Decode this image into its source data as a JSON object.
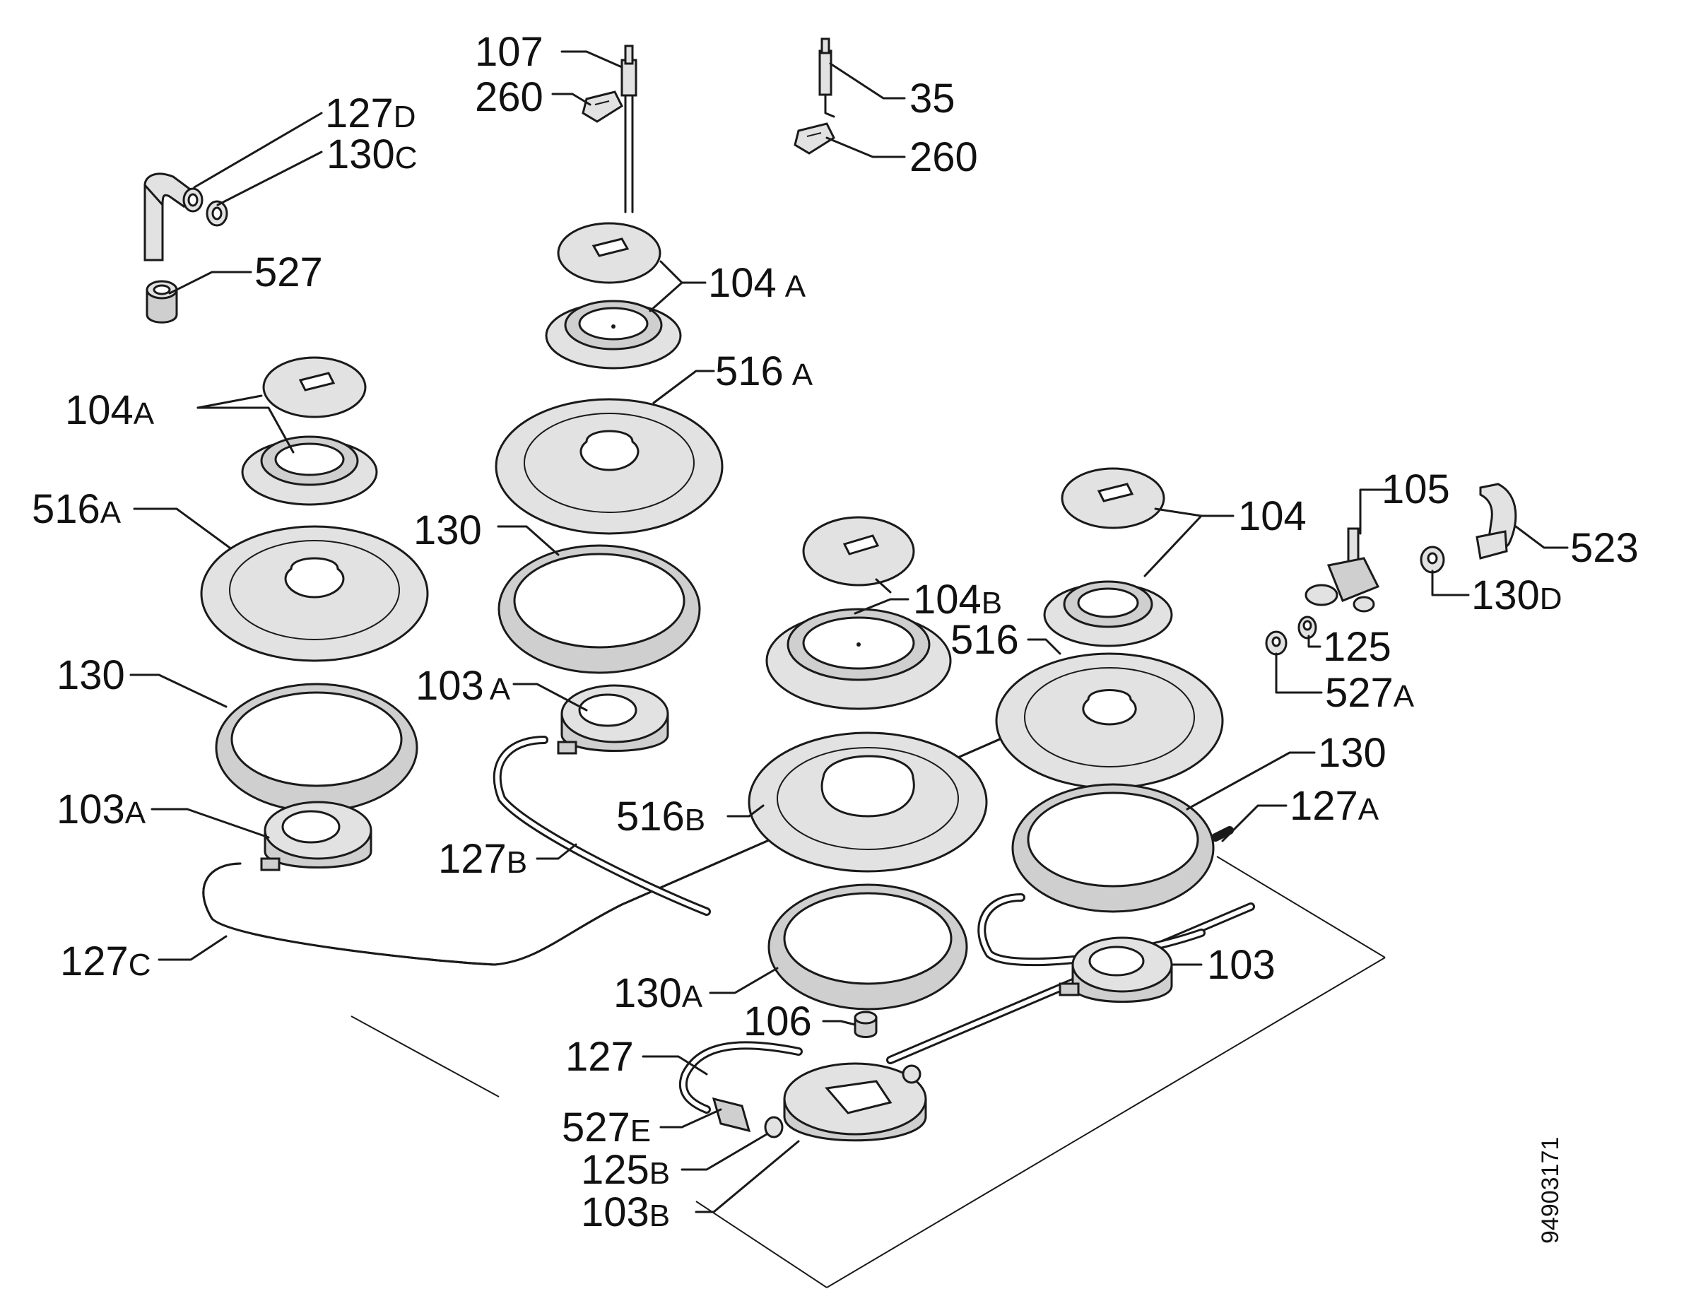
{
  "labels": {
    "l107": {
      "num": "107",
      "suf": ""
    },
    "l260a": {
      "num": "260",
      "suf": ""
    },
    "l35": {
      "num": "35",
      "suf": ""
    },
    "l260b": {
      "num": "260",
      "suf": ""
    },
    "l127D": {
      "num": "127",
      "suf": "D"
    },
    "l130C": {
      "num": "130",
      "suf": "C"
    },
    "l527": {
      "num": "527",
      "suf": ""
    },
    "l104A_top": {
      "num": "104",
      "suf": "A"
    },
    "l516A_top": {
      "num": "516",
      "suf": "A"
    },
    "l104A_left": {
      "num": "104",
      "suf": "A"
    },
    "l516A_left": {
      "num": "516",
      "suf": "A"
    },
    "l130_mid": {
      "num": "130",
      "suf": ""
    },
    "l130_left": {
      "num": "130",
      "suf": ""
    },
    "l103A_mid": {
      "num": "103",
      "suf": "A"
    },
    "l103A_left": {
      "num": "103",
      "suf": "A"
    },
    "l127B": {
      "num": "127",
      "suf": "B"
    },
    "l127C": {
      "num": "127",
      "suf": "C"
    },
    "l104B": {
      "num": "104",
      "suf": "B"
    },
    "l516B": {
      "num": "516",
      "suf": "B"
    },
    "l130A": {
      "num": "130",
      "suf": "A"
    },
    "l104_right": {
      "num": "104",
      "suf": ""
    },
    "l105": {
      "num": "105",
      "suf": ""
    },
    "l523": {
      "num": "523",
      "suf": ""
    },
    "l130D": {
      "num": "130",
      "suf": "D"
    },
    "l125": {
      "num": "125",
      "suf": ""
    },
    "l527A": {
      "num": "527",
      "suf": "A"
    },
    "l516_right": {
      "num": "516",
      "suf": ""
    },
    "l130_right": {
      "num": "130",
      "suf": ""
    },
    "l127A": {
      "num": "127",
      "suf": "A"
    },
    "l103": {
      "num": "103",
      "suf": ""
    },
    "l106": {
      "num": "106",
      "suf": ""
    },
    "l127": {
      "num": "127",
      "suf": ""
    },
    "l527E": {
      "num": "527",
      "suf": "E"
    },
    "l125B": {
      "num": "125",
      "suf": "B"
    },
    "l103B": {
      "num": "103",
      "suf": "B"
    }
  },
  "drawing_code": "94903171"
}
